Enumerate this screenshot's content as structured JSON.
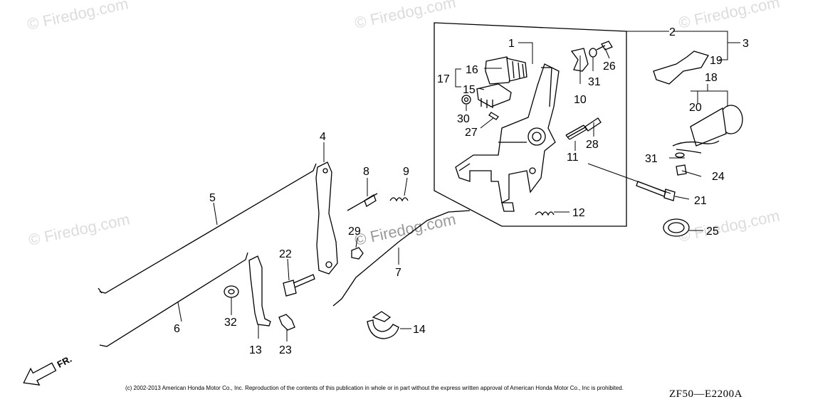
{
  "watermarks": [
    "© Firedog.com",
    "© Firedog.com",
    "© Firedog.com",
    "© Firedog.com",
    "© Firedog.com",
    "© Firedog.com"
  ],
  "callouts": {
    "c1": "1",
    "c2": "2",
    "c3": "3",
    "c4": "4",
    "c5": "5",
    "c6": "6",
    "c7": "7",
    "c8": "8",
    "c9": "9",
    "c10": "10",
    "c11": "11",
    "c12": "12",
    "c13": "13",
    "c14": "14",
    "c15": "15",
    "c16": "16",
    "c17": "17",
    "c18": "18",
    "c19": "19",
    "c20": "20",
    "c21": "21",
    "c22": "22",
    "c23": "23",
    "c24": "24",
    "c25": "25",
    "c26": "26",
    "c27": "27",
    "c28": "28",
    "c29": "29",
    "c30": "30",
    "c31a": "31",
    "c31b": "31",
    "c32": "32"
  },
  "direction_label": "FR.",
  "copyright": "(c) 2002-2013 American Honda Motor Co., Inc. Reproduction of the contents of this publication in whole or in part without the express written approval of American Honda Motor Co., Inc is prohibited.",
  "diagram_code": "ZF50—E2200A"
}
